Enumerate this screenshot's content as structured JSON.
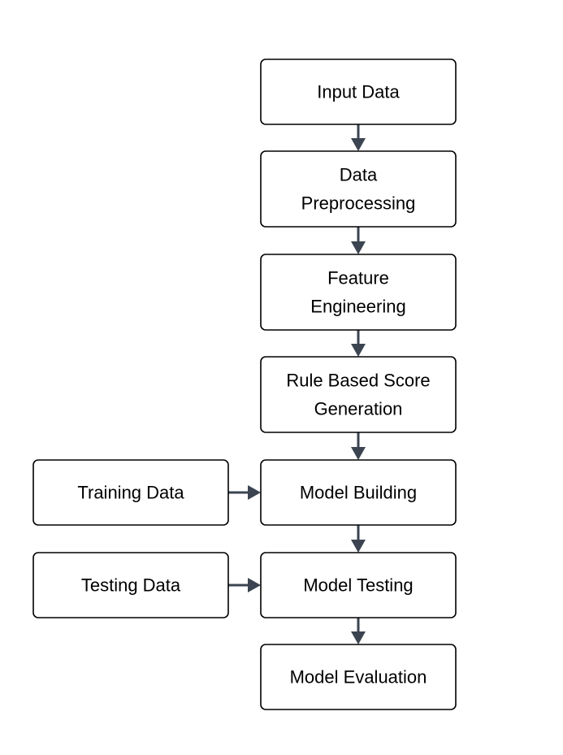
{
  "diagram": {
    "nodes": [
      {
        "id": "input",
        "lines": [
          "Input Data"
        ]
      },
      {
        "id": "prep",
        "lines": [
          "Data",
          "Preprocessing"
        ]
      },
      {
        "id": "feat",
        "lines": [
          "Feature",
          "Engineering"
        ]
      },
      {
        "id": "rule",
        "lines": [
          "Rule Based Score",
          "Generation"
        ]
      },
      {
        "id": "build",
        "lines": [
          "Model Building"
        ]
      },
      {
        "id": "test",
        "lines": [
          "Model Testing"
        ]
      },
      {
        "id": "eval",
        "lines": [
          "Model Evaluation"
        ]
      },
      {
        "id": "train_data",
        "lines": [
          "Training Data"
        ]
      },
      {
        "id": "test_data",
        "lines": [
          "Testing Data"
        ]
      }
    ],
    "edges": [
      {
        "from": "input",
        "to": "prep"
      },
      {
        "from": "prep",
        "to": "feat"
      },
      {
        "from": "feat",
        "to": "rule"
      },
      {
        "from": "rule",
        "to": "build"
      },
      {
        "from": "build",
        "to": "test"
      },
      {
        "from": "test",
        "to": "eval"
      },
      {
        "from": "train_data",
        "to": "build"
      },
      {
        "from": "test_data",
        "to": "test"
      }
    ],
    "colors": {
      "arrow": "#3b4450",
      "border": "#000000",
      "text": "#000000",
      "background": "#ffffff"
    }
  }
}
